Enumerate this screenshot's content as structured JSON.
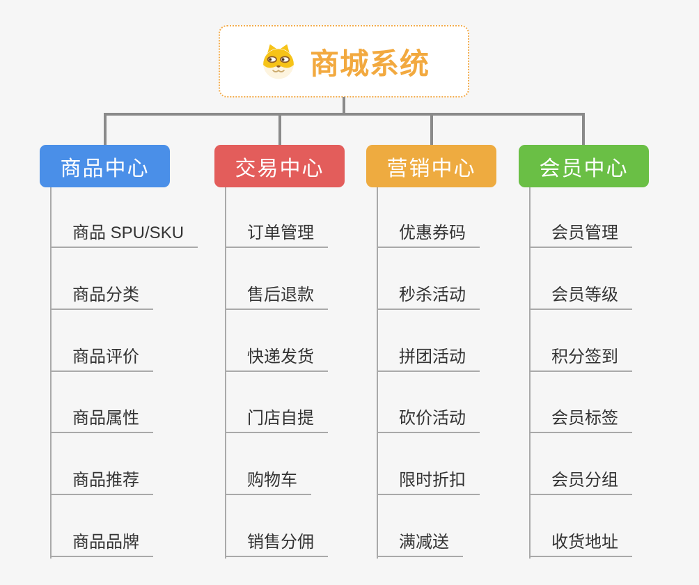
{
  "root": {
    "title": "商城系统",
    "icon": "dog-face-icon",
    "title_color": "#F2A93F",
    "border_color": "#F3AC4C"
  },
  "branches": [
    {
      "label": "商品中心",
      "color": "#4A8FE8",
      "children": [
        "商品 SPU/SKU",
        "商品分类",
        "商品评价",
        "商品属性",
        "商品推荐",
        "商品品牌"
      ]
    },
    {
      "label": "交易中心",
      "color": "#E35D5B",
      "children": [
        "订单管理",
        "售后退款",
        "快递发货",
        "门店自提",
        "购物车",
        "销售分佣"
      ]
    },
    {
      "label": "营销中心",
      "color": "#EEAB40",
      "children": [
        "优惠券码",
        "秒杀活动",
        "拼团活动",
        "砍价活动",
        "限时折扣",
        "满减送"
      ]
    },
    {
      "label": "会员中心",
      "color": "#6ABF45",
      "children": [
        "会员管理",
        "会员等级",
        "积分签到",
        "会员标签",
        "会员分组",
        "收货地址"
      ]
    }
  ],
  "canvas": {
    "background": "#F6F6F6",
    "connector_color": "#8A8A8A",
    "rail_color": "#A9A9A9",
    "leaf_text_color": "#333333"
  }
}
